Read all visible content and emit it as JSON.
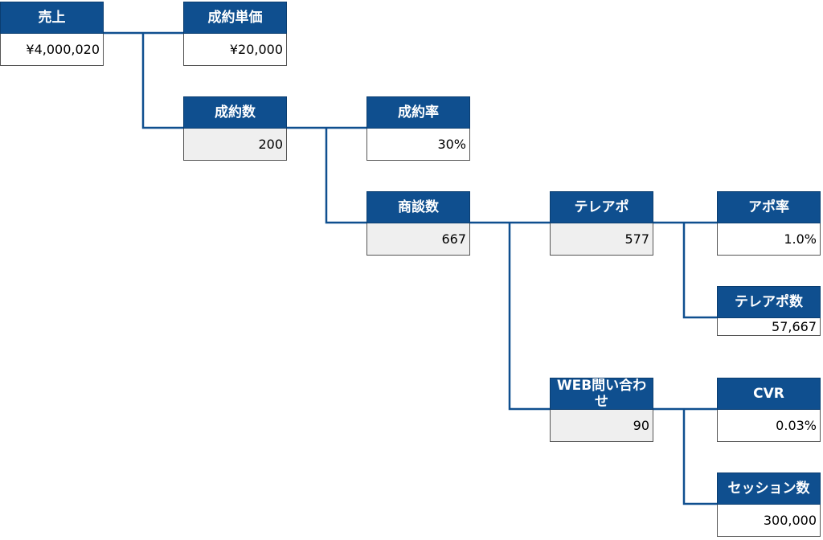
{
  "diagram": {
    "accent_color": "#0f4f8f",
    "line_color": "#0f4f8f",
    "nodes": {
      "sales": {
        "label": "売上",
        "value": "¥4,000,020"
      },
      "unit_price": {
        "label": "成約単価",
        "value": "¥20,000"
      },
      "contracts": {
        "label": "成約数",
        "value": "200"
      },
      "close_rate": {
        "label": "成約率",
        "value": "30%"
      },
      "deals": {
        "label": "商談数",
        "value": "667"
      },
      "teleapo": {
        "label": "テレアポ",
        "value": "577"
      },
      "apo_rate": {
        "label": "アポ率",
        "value": "1.0%"
      },
      "teleapo_count": {
        "label": "テレアポ数",
        "value": "57,667"
      },
      "web_inquiries": {
        "label": "WEB問い合わせ",
        "value": "90"
      },
      "cvr": {
        "label": "CVR",
        "value": "0.03%"
      },
      "sessions": {
        "label": "セッション数",
        "value": "300,000"
      }
    }
  }
}
